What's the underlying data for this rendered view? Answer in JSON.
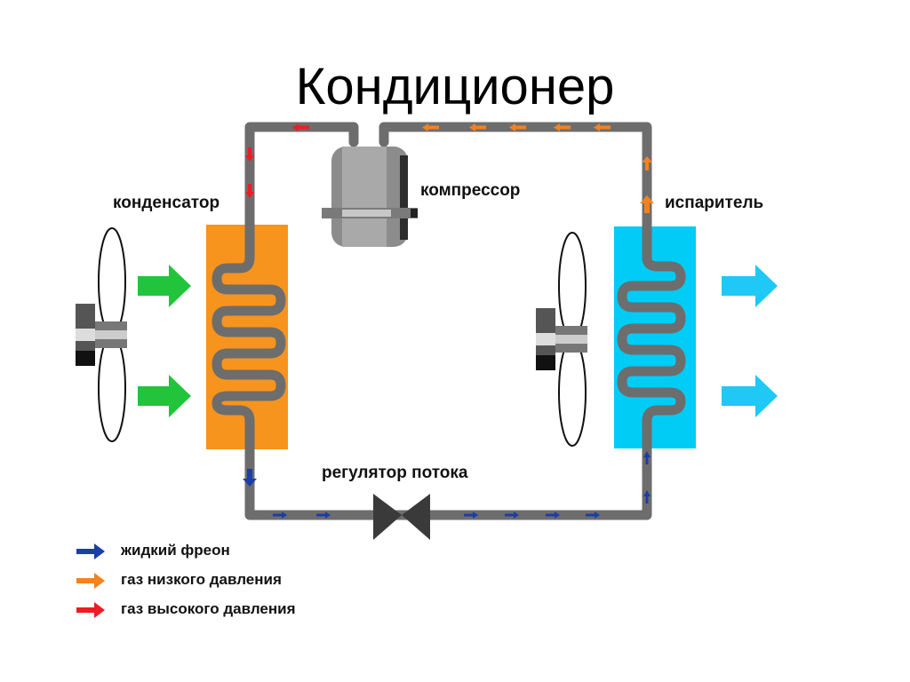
{
  "title": "Кондиционер",
  "labels": {
    "condenser": "конденсатор",
    "compressor": "компрессор",
    "evaporator": "испаритель",
    "flow_regulator": "регулятор потока"
  },
  "legend": [
    {
      "label": "жидкий фреон",
      "color": "#1b3fa6"
    },
    {
      "label": "газ низкого давления",
      "color": "#f5821f"
    },
    {
      "label": "газ высокого давления",
      "color": "#ee1c24"
    }
  ],
  "colors": {
    "pipe": "#6d6d6d",
    "condenser": "#f7941d",
    "evaporator": "#00ccf5",
    "air_in": "#22c43c",
    "air_out": "#1fc8f5",
    "valve": "#3a3a3a"
  }
}
